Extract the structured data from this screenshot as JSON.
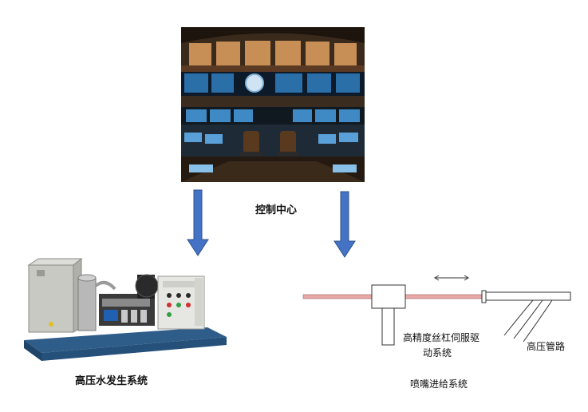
{
  "control_center": {
    "label": "控制中心"
  },
  "water_system": {
    "label": "高压水发生系统"
  },
  "nozzle_system": {
    "label": "喷嘴进给系统",
    "servo_label_line1": "高精度丝杠伺服驱",
    "servo_label_line2": "动系统",
    "pipe_label": "高压管路"
  },
  "colors": {
    "arrow": "#4472c4",
    "arrow_stroke": "#2f528f",
    "rail": "#e8a8a8",
    "frame_blue": "#2f5d8a"
  }
}
